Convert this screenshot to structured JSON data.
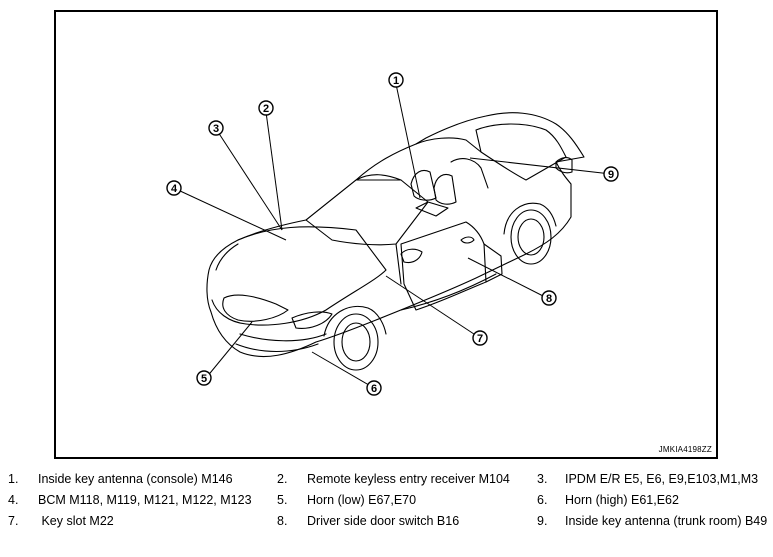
{
  "diagram": {
    "image_code": "JMKIA4198ZZ",
    "callouts": [
      "1",
      "2",
      "3",
      "4",
      "5",
      "6",
      "7",
      "8",
      "9"
    ]
  },
  "legend": [
    {
      "num": "1.",
      "text": "Inside key antenna (console) M146"
    },
    {
      "num": "2.",
      "text": "Remote keyless entry receiver M104"
    },
    {
      "num": "3.",
      "text": "IPDM E/R E5, E6, E9,E103,M1,M3"
    },
    {
      "num": "4.",
      "text": "BCM M118, M119, M121, M122, M123"
    },
    {
      "num": "5.",
      "text": "Horn (low) E67,E70"
    },
    {
      "num": "6.",
      "text": "Horn (high) E61,E62"
    },
    {
      "num": "7.",
      "text": " Key slot M22"
    },
    {
      "num": "8.",
      "text": "Driver side door switch B16"
    },
    {
      "num": "9.",
      "text": "Inside key antenna (trunk room) B49"
    }
  ]
}
